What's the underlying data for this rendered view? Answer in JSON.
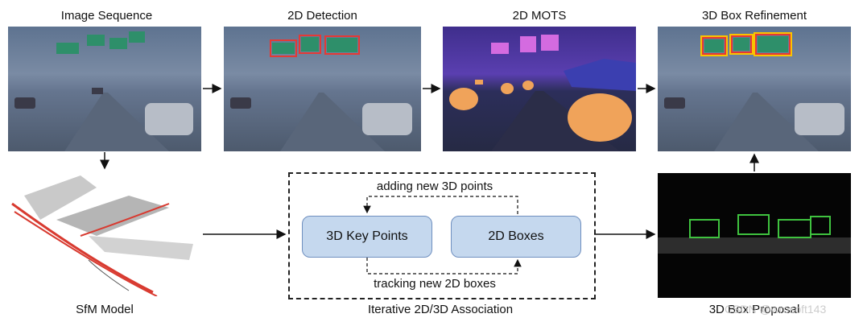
{
  "labels": {
    "image_sequence": "Image Sequence",
    "detection": "2D Detection",
    "mots": "2D MOTS",
    "refinement": "3D Box Refinement",
    "sfm": "SfM Model",
    "association": "Iterative 2D/3D Association",
    "proposal": "3D Box Proposal"
  },
  "association": {
    "key_points": "3D Key Points",
    "boxes": "2D Boxes",
    "adding": "adding new 3D points",
    "tracking": "tracking new 2D boxes"
  },
  "watermark": "CSDN @wrosoft143",
  "colors": {
    "detection_box": "#e53935",
    "refine_box": "#f9c400",
    "mask_orange": "#f0a35a",
    "mask_pink": "#d46be0",
    "sign_green": "#2e8f6a",
    "box_fill": "#c5d8ee"
  }
}
